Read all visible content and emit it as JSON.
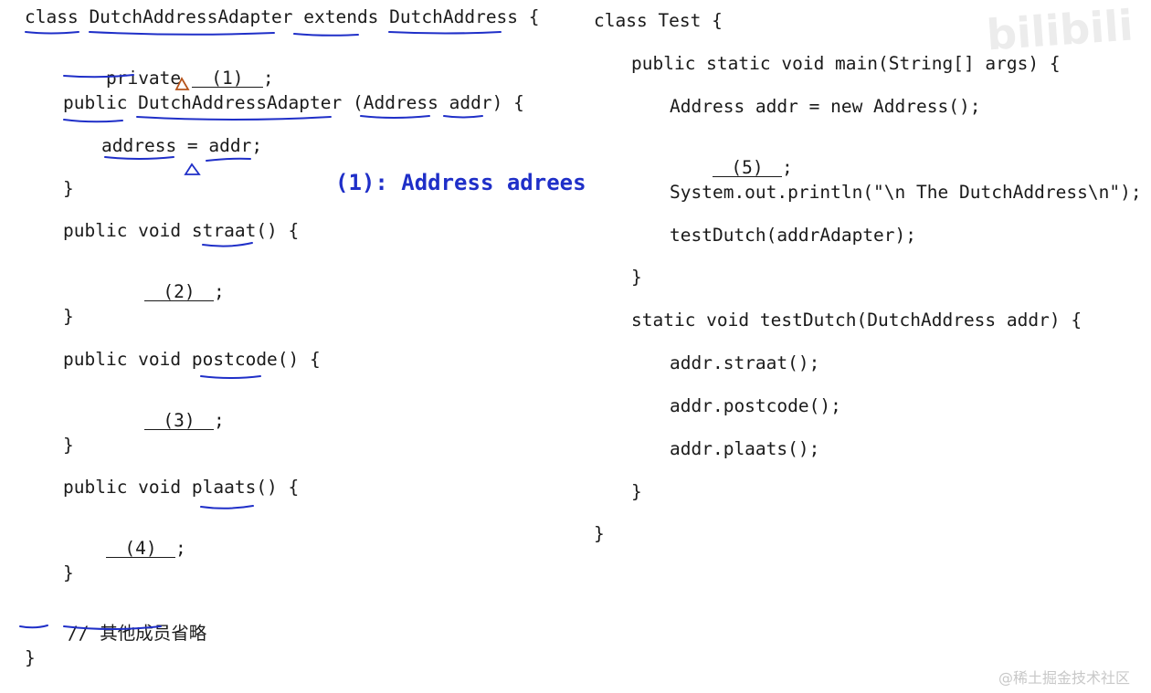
{
  "left_code": {
    "line1": "class DutchAddressAdapter extends DutchAddress {",
    "line2_prefix": "private ",
    "blank1": "(1)",
    "line2_suffix": ";",
    "line3": "public DutchAddressAdapter (Address addr) {",
    "line4": "address = addr;",
    "line5": "}",
    "line6": "public void straat() {",
    "blank2": "(2)",
    "line7_suffix": ";",
    "line8": "}",
    "line9": "public void postcode() {",
    "blank3": "(3)",
    "line10_suffix": ";",
    "line11": "}",
    "line12": "public void plaats() {",
    "blank4": "(4)",
    "line13_suffix": ";",
    "line14": "}",
    "comment_slashes": "//",
    "comment_text": "其他成员省略",
    "line16": "}"
  },
  "annotation": {
    "text": "(1): Address adrees",
    "color": "#1f2fc8"
  },
  "right_code": {
    "line1": "class Test {",
    "line2": "public static void main(String[] args) {",
    "line3": "Address addr = new Address();",
    "blank5": "(5)",
    "line4_suffix": ";",
    "line5": "System.out.println(\"\\n The DutchAddress\\n\");",
    "line6": "testDutch(addrAdapter);",
    "line7": "}",
    "line8": "static void testDutch(DutchAddress addr) {",
    "line9": "addr.straat();",
    "line10": "addr.postcode();",
    "line11": "addr.plaats();",
    "line12": "}",
    "line13": "}"
  },
  "watermark": {
    "logo": "bilibili",
    "text": "@稀土掘金技术社区"
  },
  "colors": {
    "ink_blue": "#1f2fc8",
    "ink_orange": "#b5541c",
    "code_text": "#1a1a1a"
  }
}
